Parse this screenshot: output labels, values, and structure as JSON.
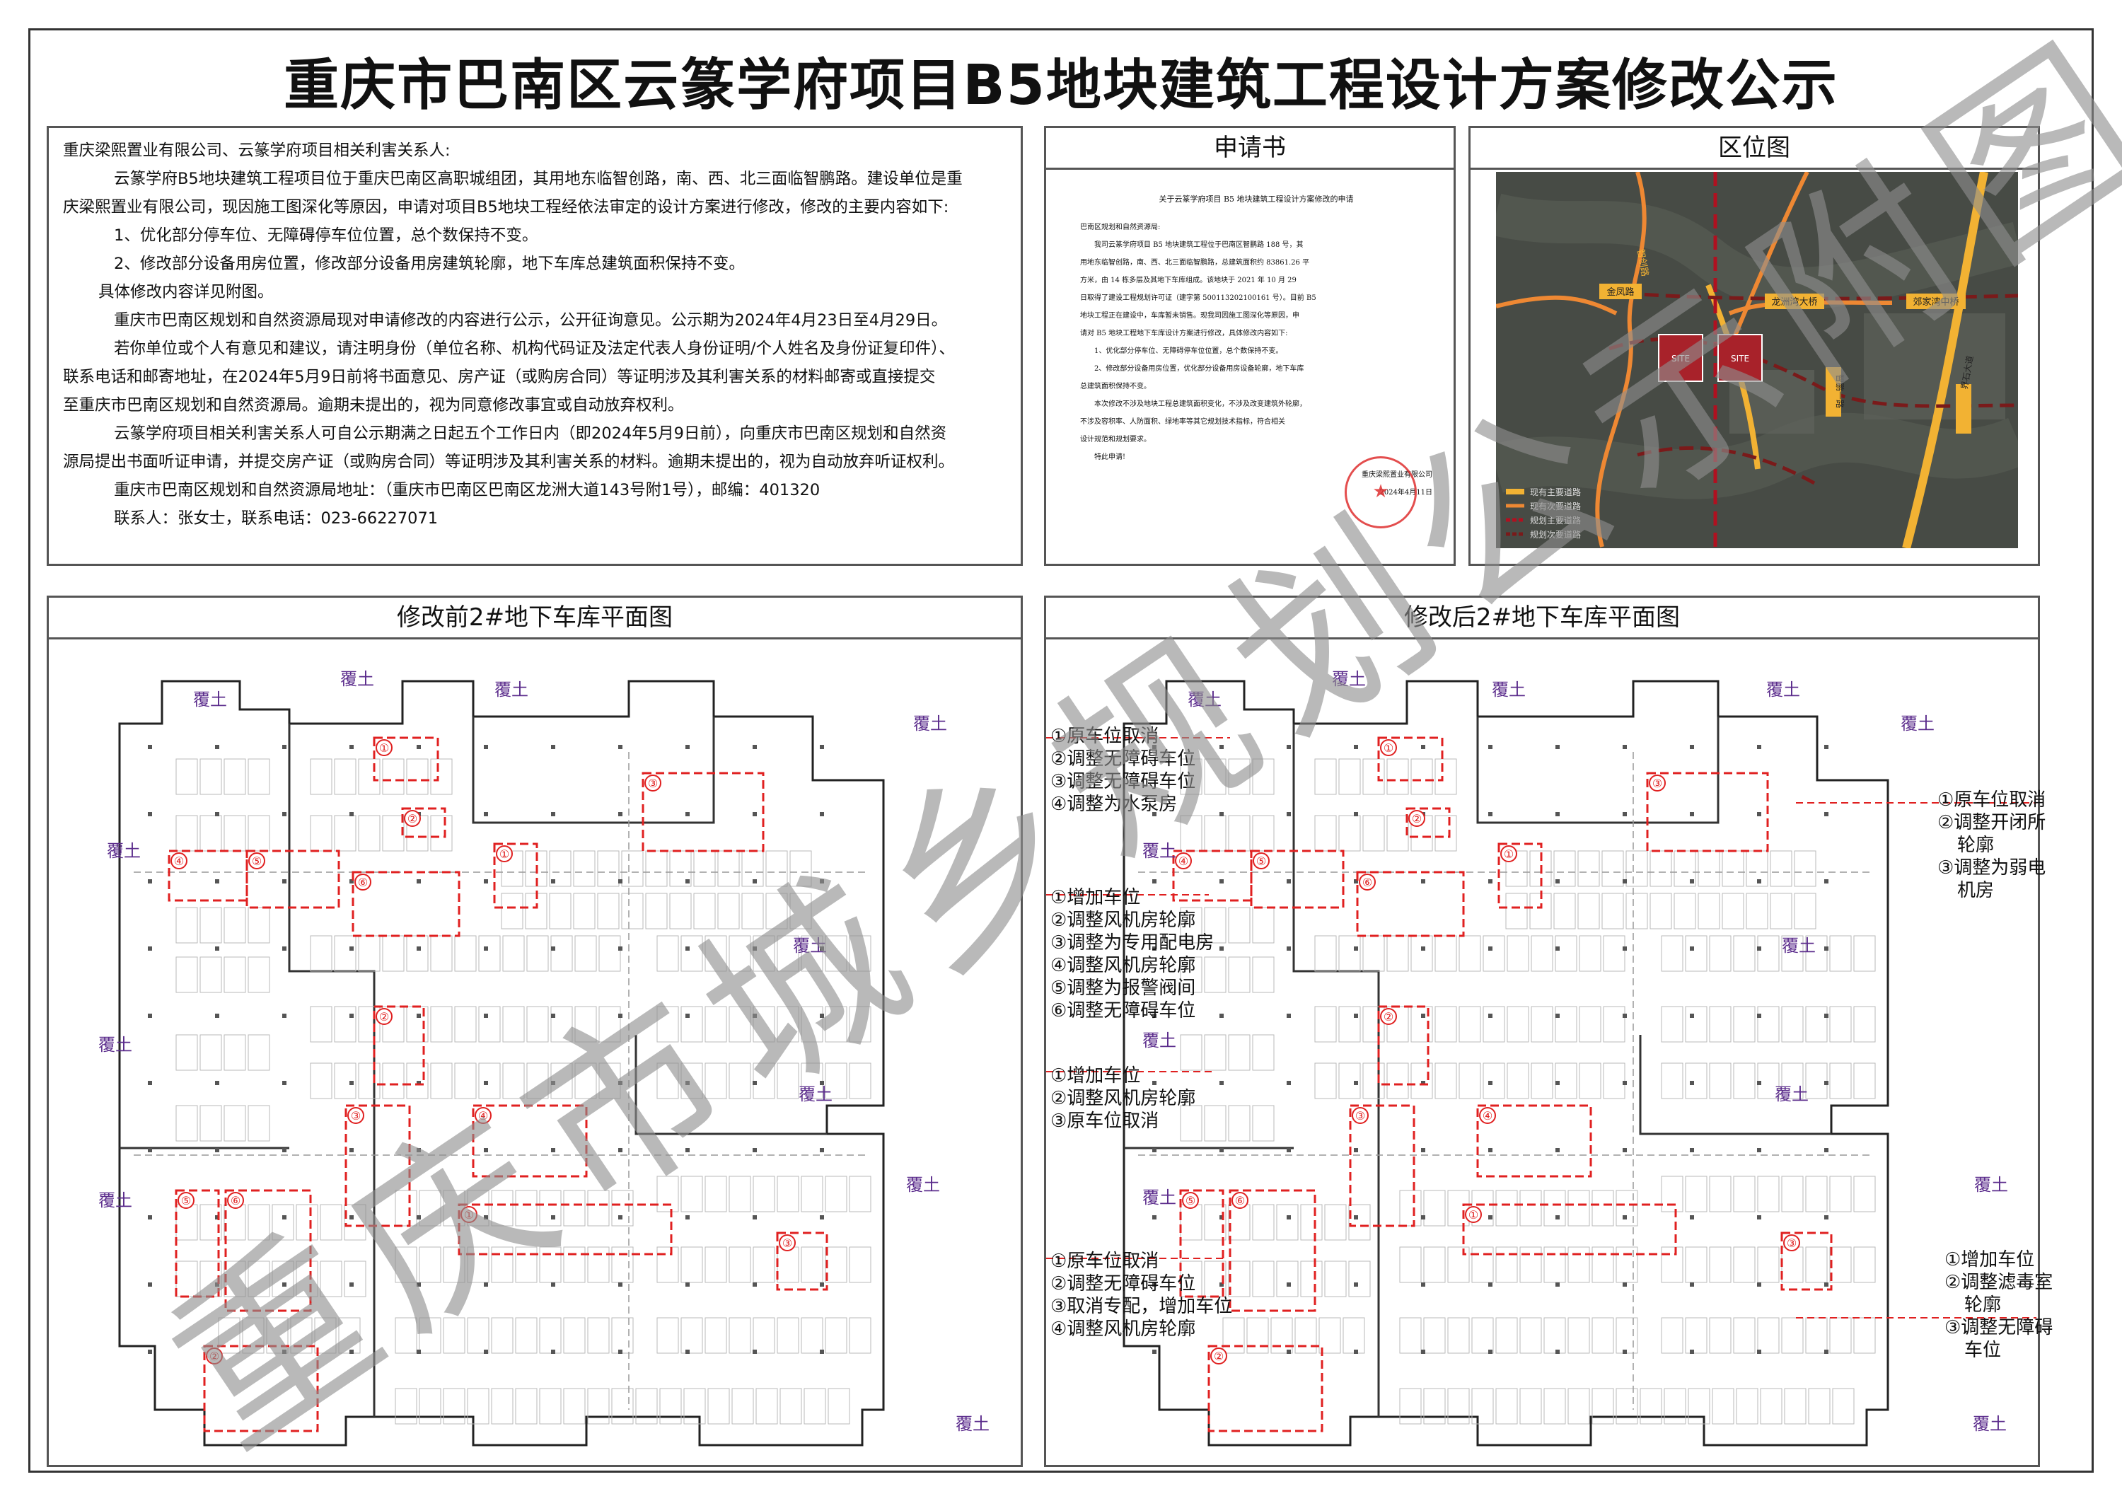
{
  "title": "重庆市巴南区云篆学府项目B5地块建筑工程设计方案修改公示",
  "notice": {
    "lines": [
      "重庆梁熙置业有限公司、云篆学府项目相关利害关系人:",
      "云篆学府B5地块建筑工程项目位于重庆巴南区高职城组团，其用地东临智创路，南、西、北三面临智鹏路。建设单位是重",
      "庆梁熙置业有限公司，现因施工图深化等原因，申请对项目B5地块工程经依法审定的设计方案进行修改，修改的主要内容如下:",
      "1、优化部分停车位、无障碍停车位位置，总个数保持不变。",
      "2、修改部分设备用房位置，修改部分设备用房建筑轮廓，地下车库总建筑面积保持不变。",
      "具体修改内容详见附图。",
      "重庆市巴南区规划和自然资源局现对申请修改的内容进行公示，公开征询意见。公示期为2024年4月23日至4月29日。",
      "若你单位或个人有意见和建议，请注明身份（单位名称、机构代码证及法定代表人身份证明/个人姓名及身份证复印件）、",
      "联系电话和邮寄地址，在2024年5月9日前将书面意见、房产证（或购房合同）等证明涉及其利害关系的材料邮寄或直接提交",
      "至重庆市巴南区规划和自然资源局。逾期未提出的，视为同意修改事宜或自动放弃权利。",
      "云篆学府项目相关利害关系人可自公示期满之日起五个工作日内（即2024年5月9日前），向重庆市巴南区规划和自然资",
      "源局提出书面听证申请，并提交房产证（或购房合同）等证明涉及其利害关系的材料。逾期未提出的，视为自动放弃听证权利。",
      "重庆市巴南区规划和自然资源局地址：（重庆市巴南区巴南区龙洲大道143号附1号），邮编：401320",
      "联系人：张女士，联系电话：023-66227071"
    ]
  },
  "application": {
    "heading": "申请书",
    "doc_title": "关于云篆学府项目 B5 地块建筑工程设计方案修改的申请",
    "greeting": "巴南区规划和自然资源局:",
    "body": [
      "我司云篆学府项目 B5 地块建筑工程位于巴南区智鹏路 188 号，其",
      "用地东临智创路，南、西、北三面临智鹏路，总建筑面积约 83861.26 平",
      "方米，由 14 栋多层及其地下车库组成。该地块于 2021 年 10 月 29",
      "日取得了建设工程规划许可证（建字第 500113202100161 号）。目前 B5",
      "地块工程正在建设中，车库暂未销售。现我司因施工图深化等原因，申",
      "请对 B5 地块工程地下车库设计方案进行修改，具体修改内容如下:",
      "1、优化部分停车位、无障碍停车位位置，总个数保持不变。",
      "2、修改部分设备用房位置，优化部分设备用房设备轮廓，地下车库",
      "总建筑面积保持不变。",
      "本次修改不涉及地块工程总建筑面积变化，不涉及改变建筑外轮廓，",
      "不涉及容积率、人防面积、绿地率等其它规划技术指标，符合相关",
      "设计规范和规划要求。",
      "特此申请!"
    ],
    "signature": "重庆梁熙置业有限公司",
    "date": "2024年4月11日"
  },
  "location_map": {
    "heading": "区位图",
    "roads": [
      "金凤路",
      "龙洲湾大桥",
      "郊家湾中桥",
      "智创路",
      "智鹏一路",
      "界石大道"
    ],
    "site_label": "SITE",
    "legend": [
      "现有主要道路",
      "现有次要道路",
      "规划主要道路",
      "规划次要道路"
    ],
    "colors": {
      "major_existing": "#f2b233",
      "minor_existing": "#ee8833",
      "planned_major": "#b01020",
      "planned_minor": "#7a1a1a",
      "site": "#a8222a"
    }
  },
  "plan_before": {
    "heading": "修改前2#地下车库平面图",
    "fill_label": "覆土",
    "markers": [
      "①",
      "②",
      "③",
      "④",
      "⑤",
      "⑥"
    ]
  },
  "plan_after": {
    "heading": "修改后2#地下车库平面图",
    "fill_label": "覆土",
    "notes": [
      [
        "①原车位取消",
        "②调整无障碍车位",
        "③调整无障碍车位",
        "④调整为水泵房"
      ],
      [
        "①原车位取消",
        "②调整开闭所",
        "轮廓",
        "③调整为弱电",
        "机房"
      ],
      [
        "①增加车位",
        "②调整风机房轮廓",
        "③调整为专用配电房",
        "④调整风机房轮廓",
        "⑤调整为报警阀间",
        "⑥调整无障碍车位"
      ],
      [
        "①增加车位",
        "②调整风机房轮廓",
        "③原车位取消"
      ],
      [
        "①原车位取消",
        "②调整无障碍车位",
        "③取消专配，增加车位",
        "④调整风机房轮廓"
      ],
      [
        "①增加车位",
        "②调整滤毒室",
        "轮廓",
        "③调整无障碍",
        "车位"
      ]
    ]
  },
  "watermark": "重庆市城乡规划公示附图",
  "colors": {
    "annotation_red": "#e02020",
    "fill_label": "#5b2c8c",
    "watermark": "#9a9a9a"
  }
}
